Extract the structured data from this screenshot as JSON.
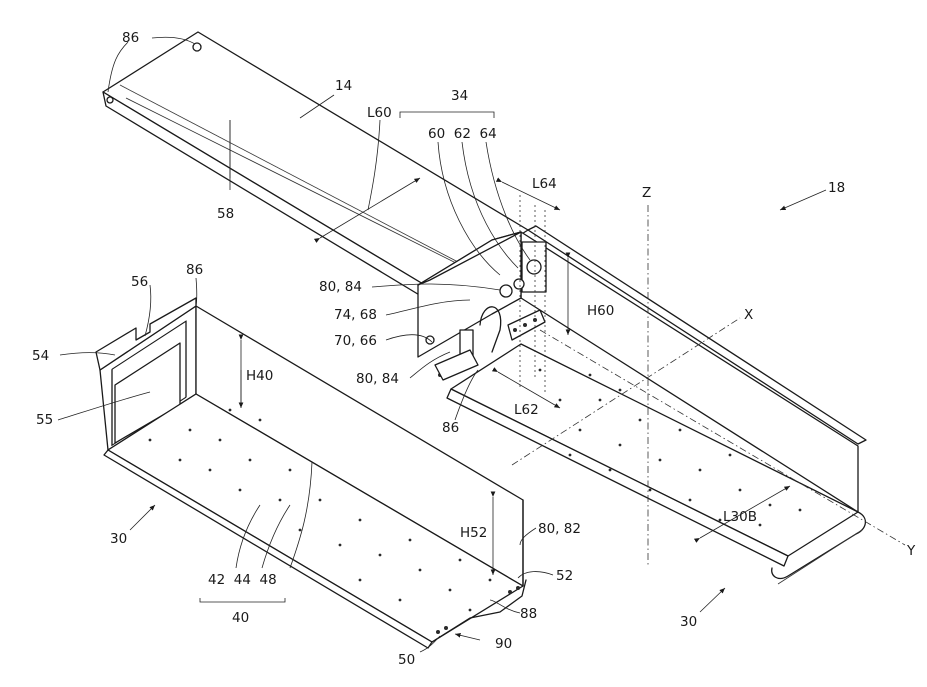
{
  "figure": {
    "labels": {
      "l86a": "86",
      "l14": "14",
      "l34": "34",
      "l60_62_64": "60  62  64",
      "lL60": "L60",
      "lL64": "L64",
      "l18": "18",
      "lZ": "Z",
      "l58": "58",
      "l80_84a": "80, 84",
      "l74_68": "74, 68",
      "l70_66": "70, 66",
      "l80_84b": "80, 84",
      "lH60": "H60",
      "lX": "X",
      "l56": "56",
      "l86b": "86",
      "l54": "54",
      "lH40": "H40",
      "l55": "55",
      "l86c": "86",
      "lL62": "L62",
      "lL30B": "L30B",
      "l30a": "30",
      "lH52": "H52",
      "l80_82": "80, 82",
      "lY": "Y",
      "l52": "52",
      "l42_44_48": "42  44  48",
      "l40": "40",
      "l88": "88",
      "l90": "90",
      "l50": "50",
      "l30b": "30"
    }
  }
}
